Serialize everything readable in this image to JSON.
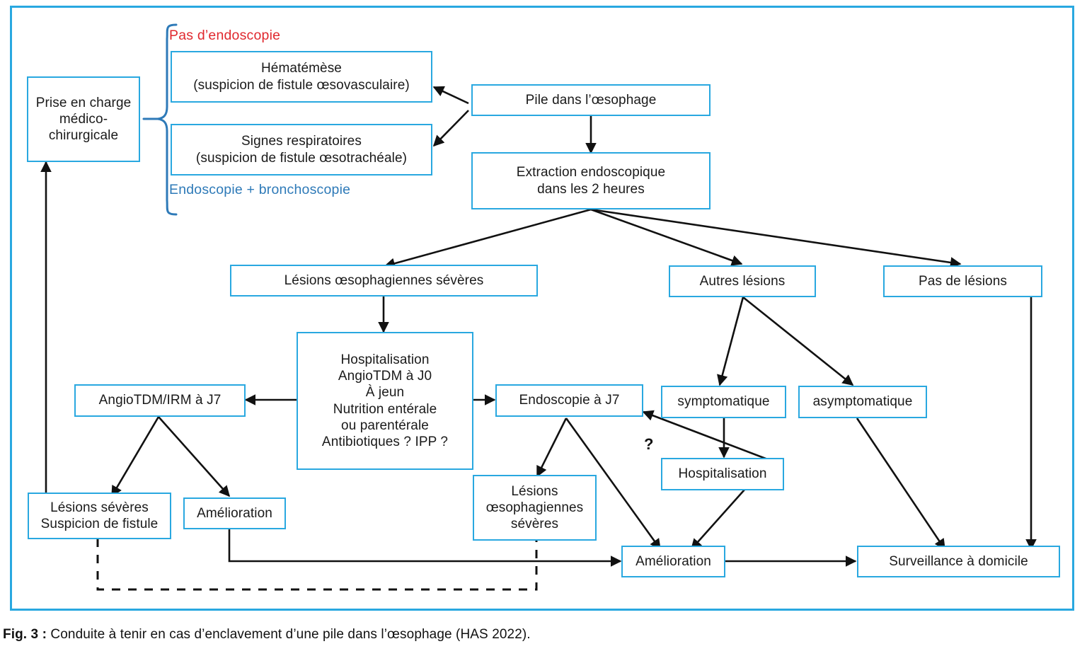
{
  "figure": {
    "border_color": "#29a8e0",
    "caption_label": "Fig. 3 :",
    "caption_text": " Conduite à tenir en cas d’enclavement d’une pile dans l’œsophage (HAS 2022)."
  },
  "colors": {
    "box_border": "#29a8e0",
    "red_text": "#e0282e",
    "blue_text": "#2e7ab8",
    "arrow": "#111111"
  },
  "annotations": {
    "no_endoscopy": "Pas d’endoscopie",
    "endoscopy_bronchoscopy": "Endoscopie + bronchoscopie",
    "question_mark": "?"
  },
  "nodes": {
    "prise_en_charge": "Prise en charge\nmédico-\nchirurgicale",
    "hematemese": "Hématémèse\n(suspicion de fistule œsovasculaire)",
    "signes_respiratoires": "Signes respiratoires\n(suspicion de fistule œsotrachéale)",
    "pile_oesophage": "Pile dans l’œsophage",
    "extraction": "Extraction endoscopique\ndans les 2 heures",
    "lesions_severes_top": "Lésions œsophagiennes  sévères",
    "autres_lesions": "Autres lésions",
    "pas_de_lesions": "Pas de lésions",
    "hospitalisation_protocole": "Hospitalisation\nAngioTDM à J0\nÀ jeun\nNutrition entérale\nou parentérale\nAntibiotiques ? IPP ?",
    "angiotdm_irm_j7": "AngioTDM/IRM à J7",
    "endoscopie_j7": "Endoscopie à J7",
    "symptomatique": "symptomatique",
    "asymptomatique": "asymptomatique",
    "hospitalisation": "Hospitalisation",
    "lesions_severes_fistule": "Lésions sévères\nSuspicion de fistule",
    "amelioration_left": "Amélioration",
    "lesions_oeso_severes_bottom": "Lésions\nœsophagiennes\nsévères",
    "amelioration_center": "Amélioration",
    "surveillance_domicile": "Surveillance à domicile"
  }
}
